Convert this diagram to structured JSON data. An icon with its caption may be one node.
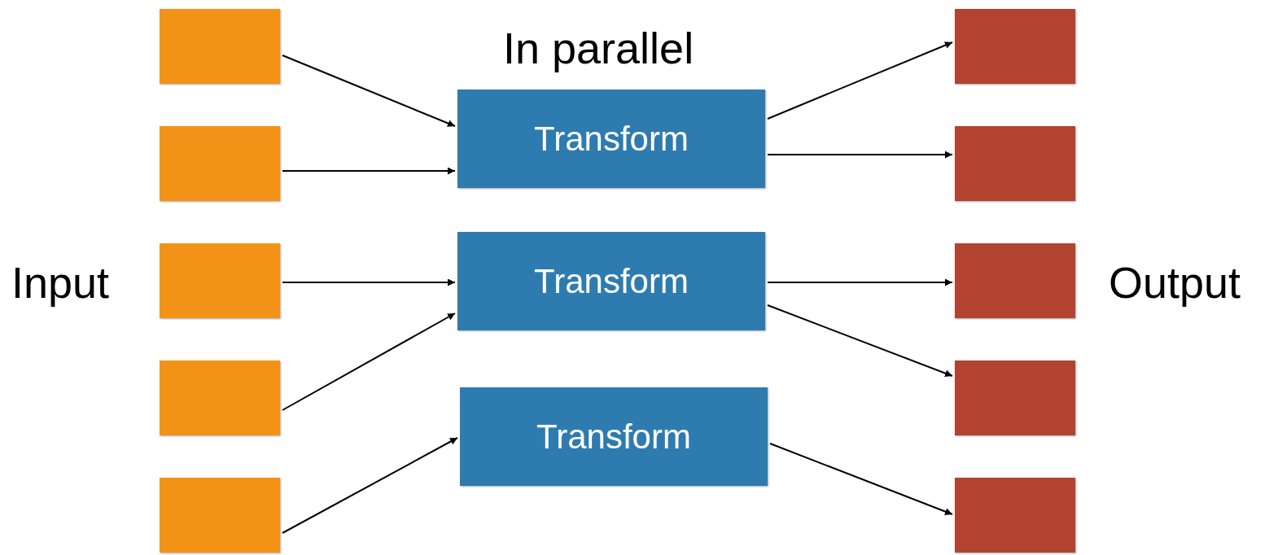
{
  "diagram": {
    "nodes": [
      {
        "text": [],
        "shape": "box"
      },
      {
        "text": [],
        "shape": "box"
      },
      {
        "text": [],
        "shape": "box"
      },
      {
        "text": [],
        "shape": "box"
      },
      {
        "text": [],
        "shape": "box"
      },
      {
        "text": [
          "Transform"
        ]
      },
      {
        "text": [
          "Transform"
        ]
      },
      {
        "text": [
          "Transform"
        ]
      },
      {
        "text": [],
        "shape": "box"
      },
      {
        "text": [],
        "shape": "box"
      },
      {
        "text": [],
        "shape": "box"
      },
      {
        "text": [],
        "shape": "box"
      },
      {
        "text": [],
        "shape": "box"
      }
    ],
    "edges": [
      {
        "from": 0,
        "to": 5,
        "arrow": "to"
      },
      {
        "from": 1,
        "to": 5,
        "arrow": "to"
      },
      {
        "from": 2,
        "to": 6,
        "arrow": "to"
      },
      {
        "from": 3,
        "to": 6,
        "arrow": "to"
      },
      {
        "from": 4,
        "to": 7,
        "arrow": "to"
      },
      {
        "from": 5,
        "to": 8,
        "arrow": "to"
      },
      {
        "from": 5,
        "to": 9,
        "arrow": "to"
      },
      {
        "from": 6,
        "to": 10,
        "arrow": "to"
      },
      {
        "from": 6,
        "to": 11,
        "arrow": "to"
      },
      {
        "from": 7,
        "to": 12,
        "arrow": "to"
      }
    ],
    "labels": [
      "In parallel",
      "Input",
      "Output"
    ]
  }
}
